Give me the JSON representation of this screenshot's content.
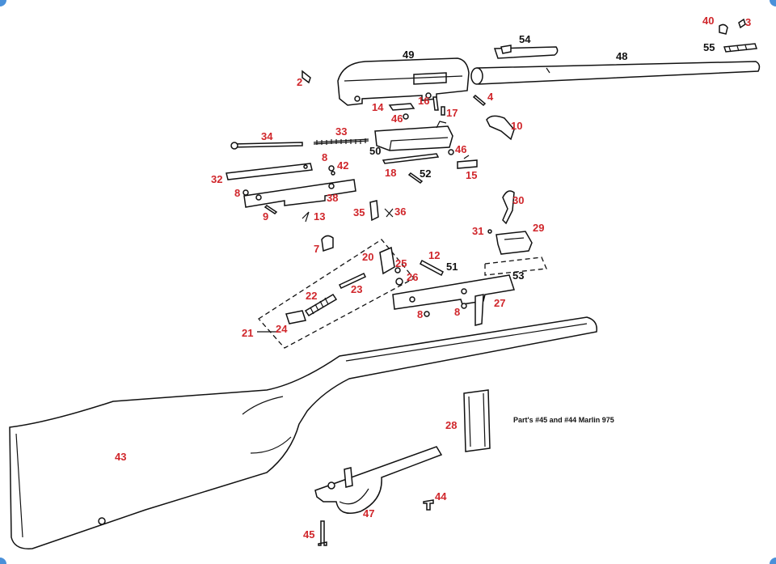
{
  "caption": "Part's #45 and #44 Marlin 975",
  "label_color": "#d0262b",
  "number_color": "#111111",
  "labels": {
    "p2": "2",
    "p3": "3",
    "p4": "4",
    "p7": "7",
    "p8a": "8",
    "p8b": "8",
    "p8c": "8",
    "p8d": "8",
    "p9": "9",
    "p10": "10",
    "p12": "12",
    "p13": "13",
    "p14": "14",
    "p15": "15",
    "p16": "16",
    "p17": "17",
    "p18": "18",
    "p20": "20",
    "p21": "21",
    "p22": "22",
    "p23": "23",
    "p24": "24",
    "p25": "25",
    "p26": "26",
    "p27": "27",
    "p28": "28",
    "p29": "29",
    "p30": "30",
    "p31": "31",
    "p32": "32",
    "p33": "33",
    "p34": "34",
    "p35": "35",
    "p36": "36",
    "p38": "38",
    "p40": "40",
    "p42": "42",
    "p43": "43",
    "p44": "44",
    "p45": "45",
    "p46a": "46",
    "p46b": "46",
    "p47": "47",
    "p48": "48",
    "p49": "49",
    "p50": "50",
    "p51": "51",
    "p52": "52",
    "p53": "53",
    "p54": "54",
    "p55": "55"
  }
}
